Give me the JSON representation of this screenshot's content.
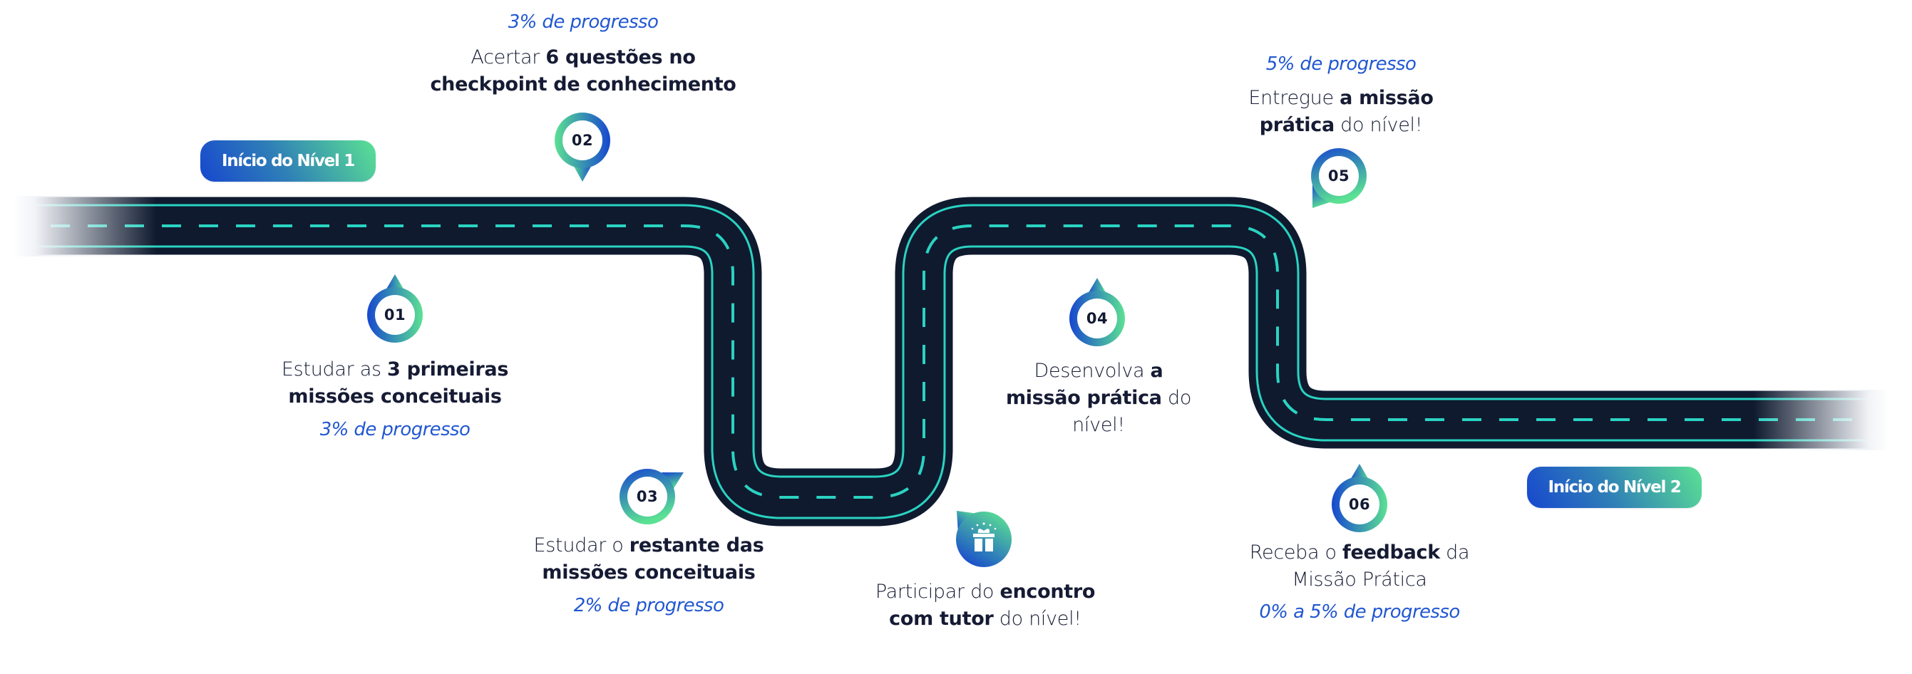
{
  "level_start_labels": {
    "level1": "Início do Nível 1",
    "level2": "Início do Nível 2"
  },
  "colors": {
    "road": "#0f1a2f",
    "lane_line": "#2ad3c1",
    "text_dark": "#161b34",
    "progress_blue": "#2157d2",
    "gradient_blue": "#1747cf",
    "gradient_green": "#5be193"
  },
  "steps": [
    {
      "number": "01",
      "icon": "location-pin-icon",
      "text_parts": [
        {
          "text": "Estudar as ",
          "bold": false
        },
        {
          "text": "3 primeiras",
          "bold": true
        },
        {
          "br": true
        },
        {
          "text": "missões conceituais",
          "bold": true
        }
      ],
      "progress": "3% de progresso"
    },
    {
      "number": "02",
      "icon": "location-pin-icon",
      "text_parts": [
        {
          "text": "Acertar ",
          "bold": false
        },
        {
          "text": "6 questões no",
          "bold": true
        },
        {
          "br": true
        },
        {
          "text": "checkpoint de conhecimento",
          "bold": true
        }
      ],
      "progress": "3% de progresso"
    },
    {
      "number": "03",
      "icon": "location-pin-icon",
      "text_parts": [
        {
          "text": "Estudar o ",
          "bold": false
        },
        {
          "text": "restante das",
          "bold": true
        },
        {
          "br": true
        },
        {
          "text": "missões conceituais",
          "bold": true
        }
      ],
      "progress": "2% de progresso"
    },
    {
      "number": "",
      "icon": "gift-icon",
      "text_parts": [
        {
          "text": "Participar do ",
          "bold": false
        },
        {
          "text": "encontro",
          "bold": true
        },
        {
          "br": true
        },
        {
          "text": "com tutor",
          "bold": true
        },
        {
          "text": " do nível!",
          "bold": false
        }
      ],
      "progress": ""
    },
    {
      "number": "04",
      "icon": "location-pin-icon",
      "text_parts": [
        {
          "text": "Desenvolva ",
          "bold": false
        },
        {
          "text": "a",
          "bold": true
        },
        {
          "br": true
        },
        {
          "text": "missão prática",
          "bold": true
        },
        {
          "text": " do",
          "bold": false
        },
        {
          "br": true
        },
        {
          "text": "nível!",
          "bold": false
        }
      ],
      "progress": ""
    },
    {
      "number": "05",
      "icon": "location-pin-icon",
      "text_parts": [
        {
          "text": "Entregue ",
          "bold": false
        },
        {
          "text": "a missão",
          "bold": true
        },
        {
          "br": true
        },
        {
          "text": "prática",
          "bold": true
        },
        {
          "text": " do nível!",
          "bold": false
        }
      ],
      "progress": "5% de progresso"
    },
    {
      "number": "06",
      "icon": "location-pin-icon",
      "text_parts": [
        {
          "text": "Receba o ",
          "bold": false
        },
        {
          "text": "feedback",
          "bold": true
        },
        {
          "text": " da",
          "bold": false
        },
        {
          "br": true
        },
        {
          "text": "Missão Prática",
          "bold": false
        }
      ],
      "progress": "0% a 5% de progresso"
    }
  ]
}
